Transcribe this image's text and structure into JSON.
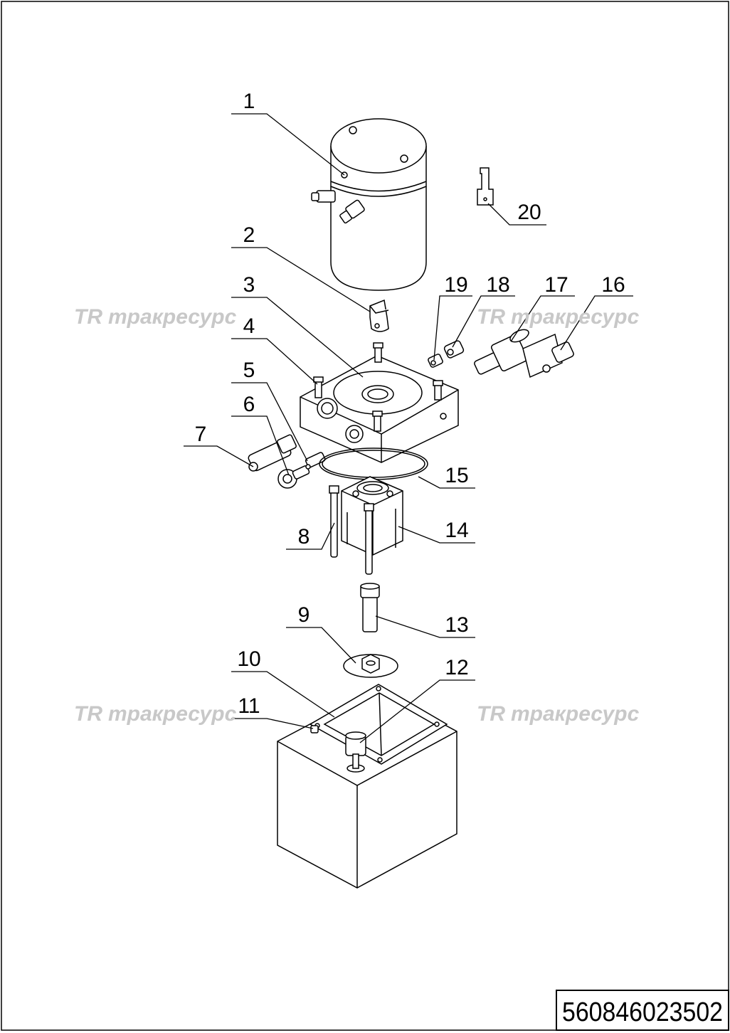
{
  "part_number": "560846023502",
  "watermark": {
    "logo_text": "TR",
    "text": "тракресурс",
    "color": "#c8c8c8"
  },
  "callouts": [
    {
      "label": "1"
    },
    {
      "label": "2"
    },
    {
      "label": "3"
    },
    {
      "label": "4"
    },
    {
      "label": "5"
    },
    {
      "label": "6"
    },
    {
      "label": "7"
    },
    {
      "label": "8"
    },
    {
      "label": "9"
    },
    {
      "label": "10"
    },
    {
      "label": "11"
    },
    {
      "label": "12"
    },
    {
      "label": "13"
    },
    {
      "label": "14"
    },
    {
      "label": "15"
    },
    {
      "label": "16"
    },
    {
      "label": "17"
    },
    {
      "label": "18"
    },
    {
      "label": "19"
    },
    {
      "label": "20"
    }
  ]
}
